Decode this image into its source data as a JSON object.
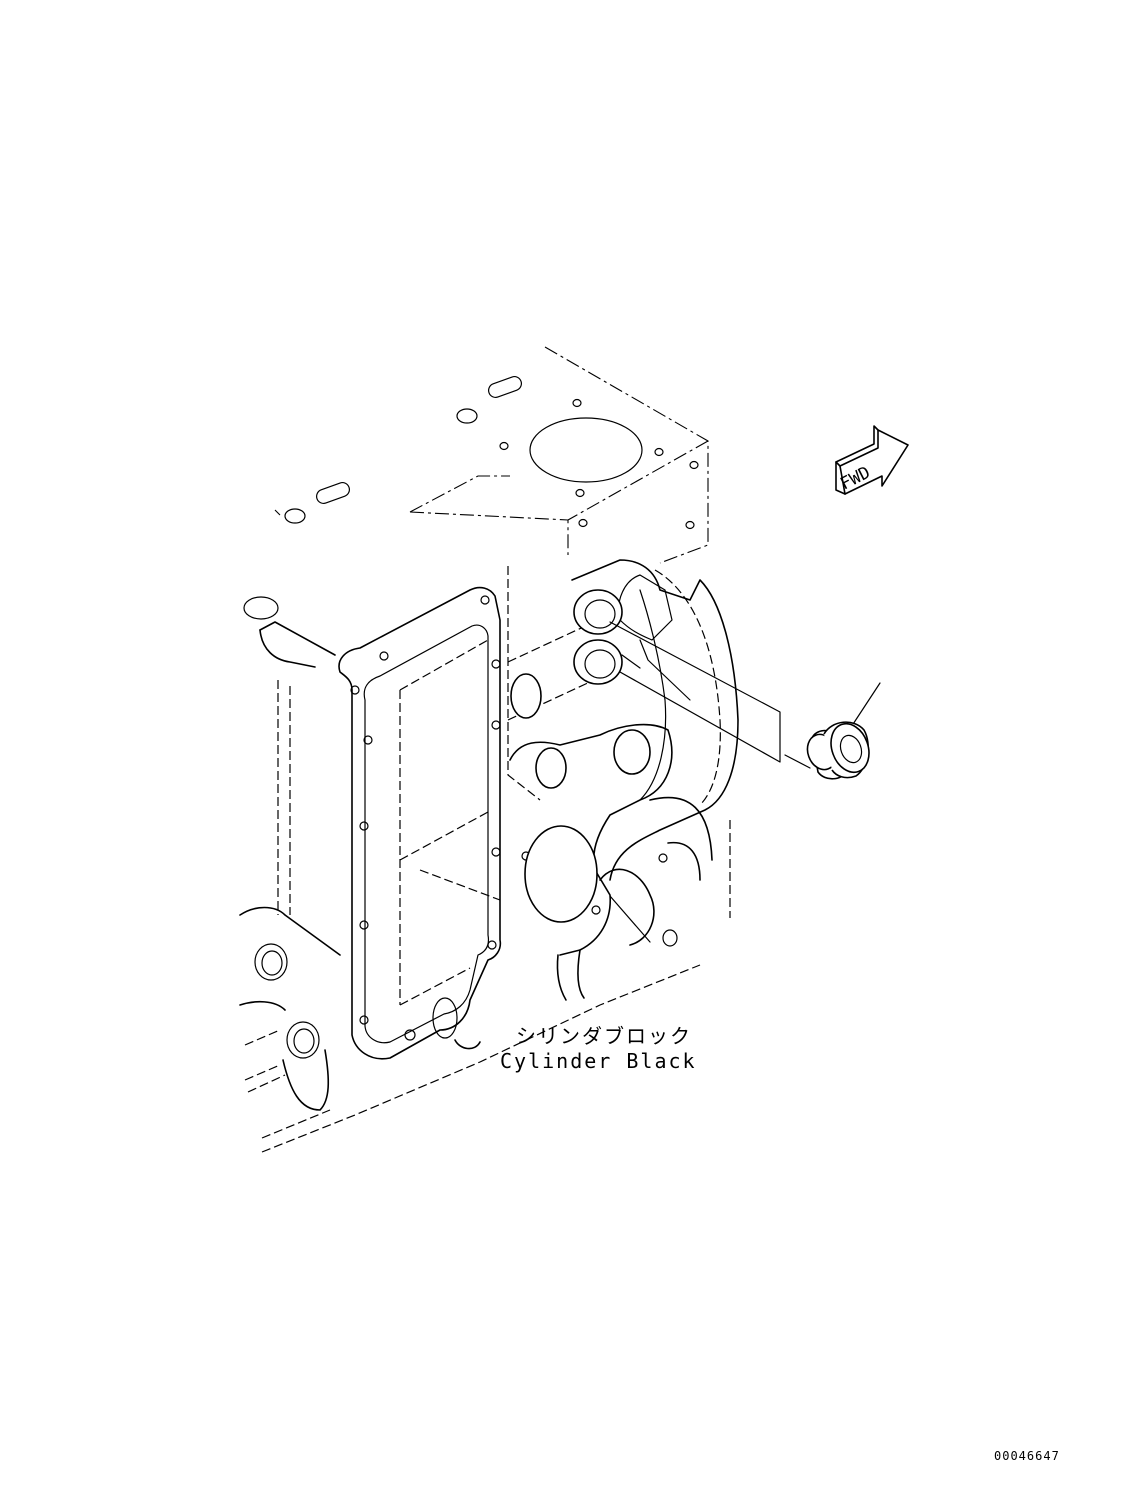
{
  "labels": {
    "part_name_jp": "シリンダブロック",
    "part_name_en": "Cylinder Black",
    "direction": "FWD"
  },
  "document_number": "00046647",
  "icons": [
    "fwd-arrow-icon",
    "plug-icon"
  ]
}
